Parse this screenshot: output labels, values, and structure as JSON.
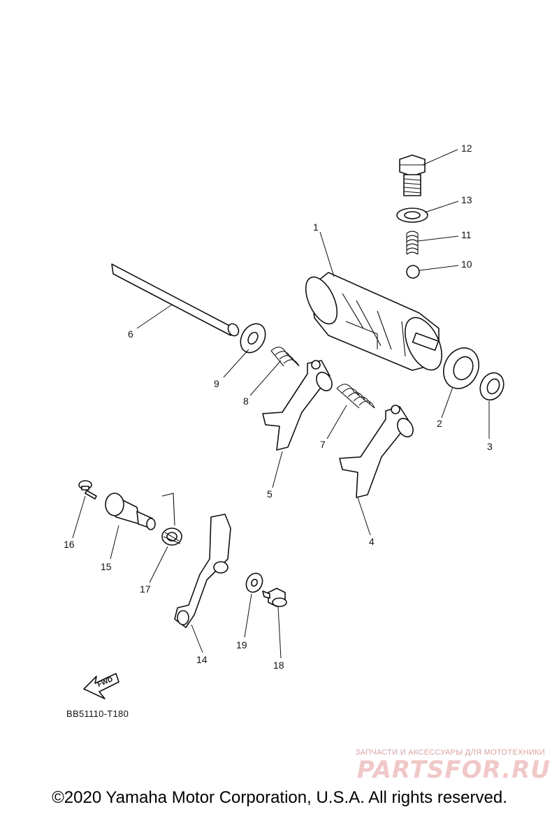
{
  "callouts": [
    "1",
    "2",
    "3",
    "4",
    "5",
    "6",
    "7",
    "8",
    "9",
    "10",
    "11",
    "12",
    "13",
    "14",
    "15",
    "16",
    "17",
    "18",
    "19"
  ],
  "fwd_label": "FWD",
  "diagram_code": "BB51110-T180",
  "watermark": {
    "tagline": "ЗАПЧАСТИ И АКСЕССУАРЫ ДЛЯ МОТОТЕХНИКИ",
    "brand": "PARTSFOR.RU"
  },
  "copyright": "©2020 Yamaha Motor Corporation, U.S.A. All rights reserved."
}
